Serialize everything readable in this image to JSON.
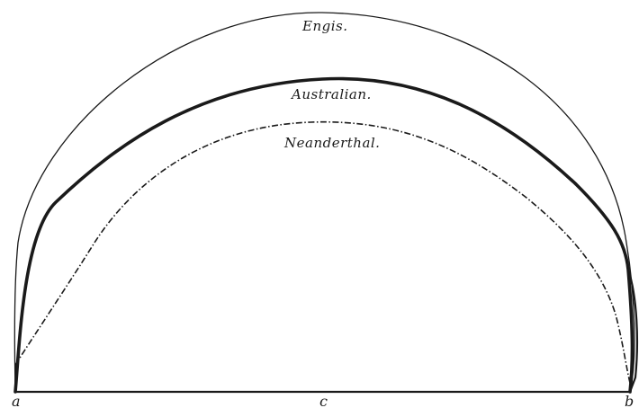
{
  "figure": {
    "curves": [
      {
        "key": "engis",
        "label": "Engis.",
        "line_style": "thin solid"
      },
      {
        "key": "australian",
        "label": "Australian.",
        "line_style": "thick solid"
      },
      {
        "key": "neanderthal",
        "label": "Neanderthal.",
        "line_style": "dashed"
      }
    ],
    "points": {
      "a": "a",
      "b": "b",
      "c": "c"
    },
    "colors": {
      "ink": "#1a1a1a",
      "paper": "#ffffff"
    }
  }
}
